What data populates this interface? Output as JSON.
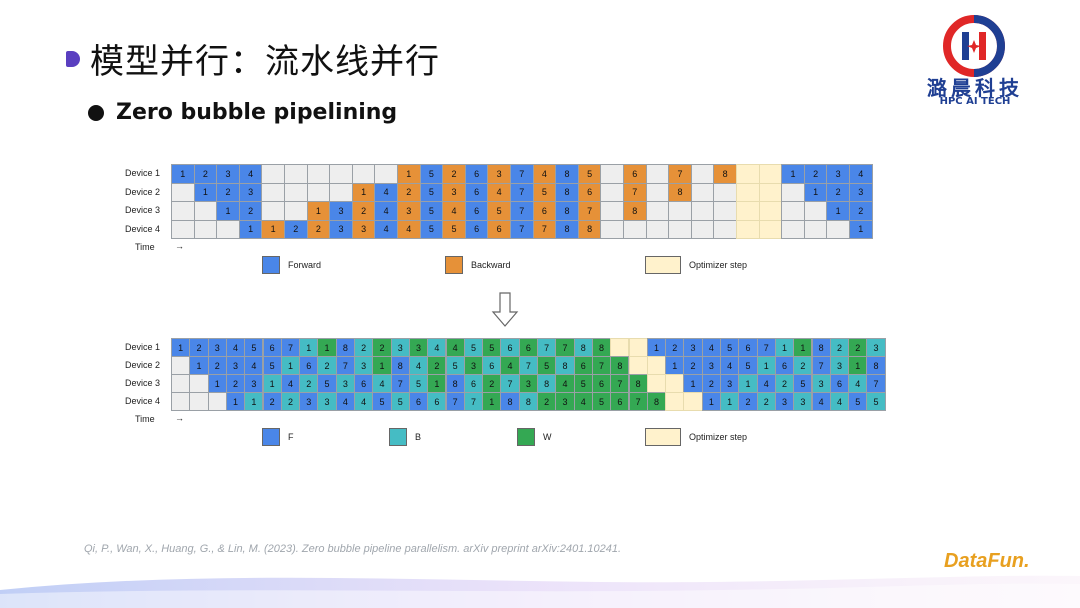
{
  "header": {
    "title": "模型并行：流水线并行",
    "subtitle": "Zero bubble pipelining"
  },
  "logo": {
    "name": "潞晨科技",
    "tagline": "HPC AI TECH",
    "colors": {
      "red": "#e02727",
      "blue": "#1f3f93"
    }
  },
  "colors": {
    "forward": "#4a86e8",
    "backward": "#e69138",
    "b": "#45bcc4",
    "w": "#34a853",
    "opt": "#fff2cc",
    "empty": "#eeeeee"
  },
  "diagram_top": {
    "devices": [
      "Device 1",
      "Device 2",
      "Device 3",
      "Device 4"
    ],
    "time_label": "Time",
    "time_arrow": "→",
    "rows": [
      [
        [
          "F",
          "1"
        ],
        [
          "F",
          "2"
        ],
        [
          "F",
          "3"
        ],
        [
          "F",
          "4"
        ],
        [
          "E",
          ""
        ],
        [
          "E",
          ""
        ],
        [
          "E",
          ""
        ],
        [
          "E",
          ""
        ],
        [
          "E",
          ""
        ],
        [
          "E",
          ""
        ],
        [
          "B",
          "1"
        ],
        [
          "F",
          "5"
        ],
        [
          "B",
          "2"
        ],
        [
          "F",
          "6"
        ],
        [
          "B",
          "3"
        ],
        [
          "F",
          "7"
        ],
        [
          "B",
          "4"
        ],
        [
          "F",
          "8"
        ],
        [
          "B",
          "5"
        ],
        [
          "E",
          ""
        ],
        [
          "B",
          "6"
        ],
        [
          "E",
          ""
        ],
        [
          "B",
          "7"
        ],
        [
          "E",
          ""
        ],
        [
          "B",
          "8"
        ],
        [
          "O",
          ""
        ],
        [
          "O",
          ""
        ],
        [
          "F",
          "1"
        ],
        [
          "F",
          "2"
        ],
        [
          "F",
          "3"
        ],
        [
          "F",
          "4"
        ]
      ],
      [
        [
          "E",
          ""
        ],
        [
          "F",
          "1"
        ],
        [
          "F",
          "2"
        ],
        [
          "F",
          "3"
        ],
        [
          "E",
          ""
        ],
        [
          "E",
          ""
        ],
        [
          "E",
          ""
        ],
        [
          "E",
          ""
        ],
        [
          "B",
          "1"
        ],
        [
          "F",
          "4"
        ],
        [
          "B",
          "2"
        ],
        [
          "F",
          "5"
        ],
        [
          "B",
          "3"
        ],
        [
          "F",
          "6"
        ],
        [
          "B",
          "4"
        ],
        [
          "F",
          "7"
        ],
        [
          "B",
          "5"
        ],
        [
          "F",
          "8"
        ],
        [
          "B",
          "6"
        ],
        [
          "E",
          ""
        ],
        [
          "B",
          "7"
        ],
        [
          "E",
          ""
        ],
        [
          "B",
          "8"
        ],
        [
          "E",
          ""
        ],
        [
          "E",
          ""
        ],
        [
          "O",
          ""
        ],
        [
          "O",
          ""
        ],
        [
          "E",
          ""
        ],
        [
          "F",
          "1"
        ],
        [
          "F",
          "2"
        ],
        [
          "F",
          "3"
        ]
      ],
      [
        [
          "E",
          ""
        ],
        [
          "E",
          ""
        ],
        [
          "F",
          "1"
        ],
        [
          "F",
          "2"
        ],
        [
          "E",
          ""
        ],
        [
          "E",
          ""
        ],
        [
          "B",
          "1"
        ],
        [
          "F",
          "3"
        ],
        [
          "B",
          "2"
        ],
        [
          "F",
          "4"
        ],
        [
          "B",
          "3"
        ],
        [
          "F",
          "5"
        ],
        [
          "B",
          "4"
        ],
        [
          "F",
          "6"
        ],
        [
          "B",
          "5"
        ],
        [
          "F",
          "7"
        ],
        [
          "B",
          "6"
        ],
        [
          "F",
          "8"
        ],
        [
          "B",
          "7"
        ],
        [
          "E",
          ""
        ],
        [
          "B",
          "8"
        ],
        [
          "E",
          ""
        ],
        [
          "E",
          ""
        ],
        [
          "E",
          ""
        ],
        [
          "E",
          ""
        ],
        [
          "O",
          ""
        ],
        [
          "O",
          ""
        ],
        [
          "E",
          ""
        ],
        [
          "E",
          ""
        ],
        [
          "F",
          "1"
        ],
        [
          "F",
          "2"
        ]
      ],
      [
        [
          "E",
          ""
        ],
        [
          "E",
          ""
        ],
        [
          "E",
          ""
        ],
        [
          "F",
          "1"
        ],
        [
          "B",
          "1"
        ],
        [
          "F",
          "2"
        ],
        [
          "B",
          "2"
        ],
        [
          "F",
          "3"
        ],
        [
          "B",
          "3"
        ],
        [
          "F",
          "4"
        ],
        [
          "B",
          "4"
        ],
        [
          "F",
          "5"
        ],
        [
          "B",
          "5"
        ],
        [
          "F",
          "6"
        ],
        [
          "B",
          "6"
        ],
        [
          "F",
          "7"
        ],
        [
          "B",
          "7"
        ],
        [
          "F",
          "8"
        ],
        [
          "B",
          "8"
        ],
        [
          "E",
          ""
        ],
        [
          "E",
          ""
        ],
        [
          "E",
          ""
        ],
        [
          "E",
          ""
        ],
        [
          "E",
          ""
        ],
        [
          "E",
          ""
        ],
        [
          "O",
          ""
        ],
        [
          "O",
          ""
        ],
        [
          "E",
          ""
        ],
        [
          "E",
          ""
        ],
        [
          "E",
          ""
        ],
        [
          "F",
          "1"
        ]
      ]
    ],
    "legend": [
      {
        "kind": "F",
        "label": "Forward"
      },
      {
        "kind": "B",
        "label": "Backward"
      },
      {
        "kind": "O",
        "label": "Optimizer step"
      }
    ]
  },
  "diagram_bottom": {
    "devices": [
      "Device 1",
      "Device 2",
      "Device 3",
      "Device 4"
    ],
    "time_label": "Time",
    "time_arrow": "→",
    "rows": [
      [
        [
          "F",
          "1"
        ],
        [
          "F",
          "2"
        ],
        [
          "F",
          "3"
        ],
        [
          "F",
          "4"
        ],
        [
          "F",
          "5"
        ],
        [
          "F",
          "6"
        ],
        [
          "F",
          "7"
        ],
        [
          "B",
          "1"
        ],
        [
          "W",
          "1"
        ],
        [
          "F",
          "8"
        ],
        [
          "B",
          "2"
        ],
        [
          "W",
          "2"
        ],
        [
          "B",
          "3"
        ],
        [
          "W",
          "3"
        ],
        [
          "B",
          "4"
        ],
        [
          "W",
          "4"
        ],
        [
          "B",
          "5"
        ],
        [
          "W",
          "5"
        ],
        [
          "B",
          "6"
        ],
        [
          "W",
          "6"
        ],
        [
          "B",
          "7"
        ],
        [
          "W",
          "7"
        ],
        [
          "B",
          "8"
        ],
        [
          "W",
          "8"
        ],
        [
          "O",
          ""
        ],
        [
          "O",
          ""
        ],
        [
          "F",
          "1"
        ],
        [
          "F",
          "2"
        ],
        [
          "F",
          "3"
        ],
        [
          "F",
          "4"
        ],
        [
          "F",
          "5"
        ],
        [
          "F",
          "6"
        ],
        [
          "F",
          "7"
        ],
        [
          "B",
          "1"
        ],
        [
          "W",
          "1"
        ],
        [
          "F",
          "8"
        ],
        [
          "B",
          "2"
        ],
        [
          "W",
          "2"
        ],
        [
          "B",
          "3"
        ]
      ],
      [
        [
          "E",
          ""
        ],
        [
          "F",
          "1"
        ],
        [
          "F",
          "2"
        ],
        [
          "F",
          "3"
        ],
        [
          "F",
          "4"
        ],
        [
          "F",
          "5"
        ],
        [
          "B",
          "1"
        ],
        [
          "F",
          "6"
        ],
        [
          "B",
          "2"
        ],
        [
          "F",
          "7"
        ],
        [
          "B",
          "3"
        ],
        [
          "W",
          "1"
        ],
        [
          "F",
          "8"
        ],
        [
          "B",
          "4"
        ],
        [
          "W",
          "2"
        ],
        [
          "B",
          "5"
        ],
        [
          "W",
          "3"
        ],
        [
          "B",
          "6"
        ],
        [
          "W",
          "4"
        ],
        [
          "B",
          "7"
        ],
        [
          "W",
          "5"
        ],
        [
          "B",
          "8"
        ],
        [
          "W",
          "6"
        ],
        [
          "W",
          "7"
        ],
        [
          "W",
          "8"
        ],
        [
          "O",
          ""
        ],
        [
          "O",
          ""
        ],
        [
          "F",
          "1"
        ],
        [
          "F",
          "2"
        ],
        [
          "F",
          "3"
        ],
        [
          "F",
          "4"
        ],
        [
          "F",
          "5"
        ],
        [
          "B",
          "1"
        ],
        [
          "F",
          "6"
        ],
        [
          "B",
          "2"
        ],
        [
          "F",
          "7"
        ],
        [
          "B",
          "3"
        ],
        [
          "W",
          "1"
        ],
        [
          "F",
          "8"
        ]
      ],
      [
        [
          "E",
          ""
        ],
        [
          "E",
          ""
        ],
        [
          "F",
          "1"
        ],
        [
          "F",
          "2"
        ],
        [
          "F",
          "3"
        ],
        [
          "B",
          "1"
        ],
        [
          "F",
          "4"
        ],
        [
          "B",
          "2"
        ],
        [
          "F",
          "5"
        ],
        [
          "B",
          "3"
        ],
        [
          "F",
          "6"
        ],
        [
          "B",
          "4"
        ],
        [
          "F",
          "7"
        ],
        [
          "B",
          "5"
        ],
        [
          "W",
          "1"
        ],
        [
          "F",
          "8"
        ],
        [
          "B",
          "6"
        ],
        [
          "W",
          "2"
        ],
        [
          "B",
          "7"
        ],
        [
          "W",
          "3"
        ],
        [
          "B",
          "8"
        ],
        [
          "W",
          "4"
        ],
        [
          "W",
          "5"
        ],
        [
          "W",
          "6"
        ],
        [
          "W",
          "7"
        ],
        [
          "W",
          "8"
        ],
        [
          "O",
          ""
        ],
        [
          "O",
          ""
        ],
        [
          "F",
          "1"
        ],
        [
          "F",
          "2"
        ],
        [
          "F",
          "3"
        ],
        [
          "B",
          "1"
        ],
        [
          "F",
          "4"
        ],
        [
          "B",
          "2"
        ],
        [
          "F",
          "5"
        ],
        [
          "B",
          "3"
        ],
        [
          "F",
          "6"
        ],
        [
          "B",
          "4"
        ],
        [
          "F",
          "7"
        ]
      ],
      [
        [
          "E",
          ""
        ],
        [
          "E",
          ""
        ],
        [
          "E",
          ""
        ],
        [
          "F",
          "1"
        ],
        [
          "B",
          "1"
        ],
        [
          "F",
          "2"
        ],
        [
          "B",
          "2"
        ],
        [
          "F",
          "3"
        ],
        [
          "B",
          "3"
        ],
        [
          "F",
          "4"
        ],
        [
          "B",
          "4"
        ],
        [
          "F",
          "5"
        ],
        [
          "B",
          "5"
        ],
        [
          "F",
          "6"
        ],
        [
          "B",
          "6"
        ],
        [
          "F",
          "7"
        ],
        [
          "B",
          "7"
        ],
        [
          "W",
          "1"
        ],
        [
          "F",
          "8"
        ],
        [
          "B",
          "8"
        ],
        [
          "W",
          "2"
        ],
        [
          "W",
          "3"
        ],
        [
          "W",
          "4"
        ],
        [
          "W",
          "5"
        ],
        [
          "W",
          "6"
        ],
        [
          "W",
          "7"
        ],
        [
          "W",
          "8"
        ],
        [
          "O",
          ""
        ],
        [
          "O",
          ""
        ],
        [
          "F",
          "1"
        ],
        [
          "B",
          "1"
        ],
        [
          "F",
          "2"
        ],
        [
          "B",
          "2"
        ],
        [
          "F",
          "3"
        ],
        [
          "B",
          "3"
        ],
        [
          "F",
          "4"
        ],
        [
          "B",
          "4"
        ],
        [
          "F",
          "5"
        ],
        [
          "B",
          "5"
        ]
      ]
    ],
    "legend": [
      {
        "kind": "F",
        "label": "F"
      },
      {
        "kind": "B",
        "label": "B"
      },
      {
        "kind": "W",
        "label": "W"
      },
      {
        "kind": "O",
        "label": "Optimizer step"
      }
    ]
  },
  "footer": {
    "citation": "Qi, P., Wan, X., Huang, G., & Lin, M. (2023). Zero bubble pipeline parallelism. arXiv preprint arXiv:2401.10241.",
    "brand": "DataFun."
  }
}
